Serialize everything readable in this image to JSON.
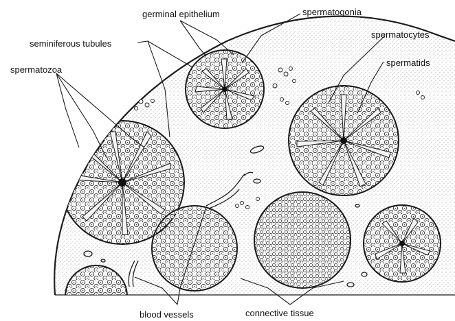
{
  "labels": {
    "germinal_epithelium": "germinal epithelium",
    "spermatogonia": "spermatogonia",
    "seminiferous_tubules": "seminiferous tubules",
    "spermatocytes": "spermatocytes",
    "spermatozoa": "spermatozoa",
    "spermatids": "spermatids",
    "blood_vessels": "blood vessels",
    "connective_tissue": "connective tissue"
  },
  "colors": {
    "line": "#1a1a1a",
    "stipple": "#6a6a6a",
    "background": "#ffffff"
  }
}
